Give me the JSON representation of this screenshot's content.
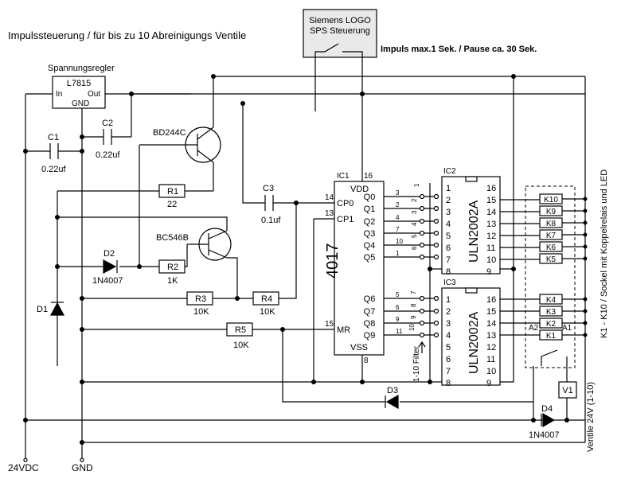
{
  "title": "Impulssteuerung / für bis zu 10 Abreinigungs Ventile",
  "plc": {
    "line1": "Siemens LOGO",
    "line2": "SPS Steuerung",
    "note": "Impuls max.1 Sek. / Pause ca. 30 Sek."
  },
  "regulator": {
    "heading": "Spannungsregler",
    "name": "L7815",
    "pin_in": "In",
    "pin_out": "Out",
    "pin_gnd": "GND"
  },
  "components": {
    "c1": "C1",
    "c1_val": "0.22uf",
    "c2": "C2",
    "c2_val": "0.22uf",
    "c3": "C3",
    "c3_val": "0.1uf",
    "t1": "BD244C",
    "t2": "BC546B",
    "r1": "R1",
    "r1_val": "22",
    "r2": "R2",
    "r2_val": "1K",
    "r3": "R3",
    "r3_val": "10K",
    "r4": "R4",
    "r4_val": "10K",
    "r5": "R5",
    "r5_val": "10K",
    "d1": "D1",
    "d2": "D2",
    "d2_val": "1N4007",
    "d3": "D3",
    "d4": "D4",
    "d4_val": "1N4007",
    "v1": "V1"
  },
  "ic1": {
    "ref": "IC1",
    "name": "4017",
    "vdd": "VDD",
    "vss": "VSS",
    "cp0": "CP0",
    "cp1": "CP1",
    "mr": "MR",
    "pin_vdd": "16",
    "pin_cp0": "14",
    "pin_cp1": "13",
    "pin_mr": "15",
    "pin_vss": "8",
    "outputs": [
      {
        "label": "Q0",
        "pin": "3"
      },
      {
        "label": "Q1",
        "pin": "2"
      },
      {
        "label": "Q2",
        "pin": "4"
      },
      {
        "label": "Q3",
        "pin": "7"
      },
      {
        "label": "Q4",
        "pin": "10"
      },
      {
        "label": "Q5",
        "pin": "1"
      },
      {
        "label": "Q6",
        "pin": "5"
      },
      {
        "label": "Q7",
        "pin": "6"
      },
      {
        "label": "Q8",
        "pin": "9"
      },
      {
        "label": "Q9",
        "pin": "11"
      }
    ]
  },
  "ic2": {
    "ref": "IC2",
    "name": "ULN2002A",
    "left_pins": [
      "1",
      "2",
      "3",
      "4",
      "5",
      "6",
      "7",
      "8"
    ],
    "right_pins": [
      "16",
      "15",
      "14",
      "13",
      "12",
      "11",
      "10",
      "9"
    ]
  },
  "ic3": {
    "ref": "IC3",
    "name": "ULN2002A",
    "left_pins": [
      "1",
      "2",
      "3",
      "4",
      "5",
      "6",
      "7",
      "8"
    ],
    "right_pins": [
      "16",
      "15",
      "14",
      "13",
      "12",
      "11",
      "10",
      "9"
    ]
  },
  "relays_top": [
    "K10",
    "K9",
    "K8",
    "K7",
    "K6",
    "K5"
  ],
  "relays_bottom": [
    "K4",
    "K3",
    "K2",
    "K1"
  ],
  "relay_a2": "A2",
  "relay_a1": "A1",
  "jumpers": [
    "1",
    "2",
    "3",
    "4",
    "5",
    "6",
    "7",
    "8",
    "9",
    "10"
  ],
  "filter_label": "1-10 Filter",
  "side_label_relays": "K1 - K10 / Sockel mit Koppelrelais und LED",
  "side_label_valves": "Ventile 24V (1-10)",
  "supply": {
    "vdc": "24VDC",
    "gnd": "GND"
  }
}
